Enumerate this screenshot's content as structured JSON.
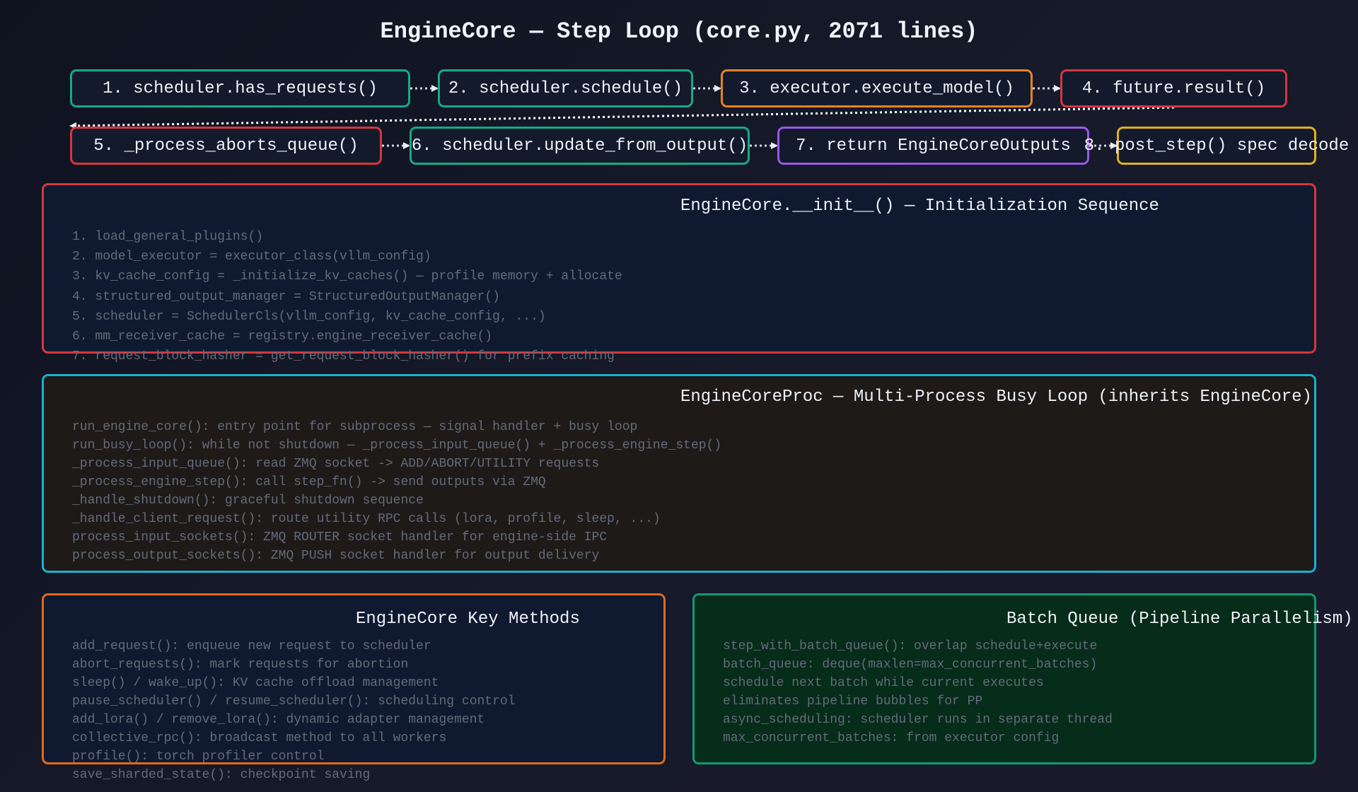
{
  "title": "EngineCore — Step Loop (core.py, 2071 lines)",
  "steps": [
    {
      "label": "1. scheduler.has_requests()",
      "color": "green"
    },
    {
      "label": "2. scheduler.schedule()",
      "color": "green"
    },
    {
      "label": "3. executor.execute_model()",
      "color": "orange"
    },
    {
      "label": "4. future.result()",
      "color": "red"
    },
    {
      "label": "5. _process_aborts_queue()",
      "color": "red"
    },
    {
      "label": "6. scheduler.update_from_output()",
      "color": "green"
    },
    {
      "label": "7. return EngineCoreOutputs",
      "color": "purple"
    },
    {
      "label": "8. post_step() spec decode",
      "color": "yellow"
    }
  ],
  "panels": {
    "init": {
      "title": "EngineCore.__init__() — Initialization Sequence",
      "border": "#d6363c",
      "background": "#0f1a30",
      "lines": [
        "1. load_general_plugins()",
        "2. model_executor = executor_class(vllm_config)",
        "3. kv_cache_config = _initialize_kv_caches() — profile memory + allocate",
        "4. structured_output_manager = StructuredOutputManager()",
        "5. scheduler = SchedulerCls(vllm_config, kv_cache_config, ...)",
        "6. mm_receiver_cache = registry.engine_receiver_cache()",
        "7. request_block_hasher = get_request_block_hasher() for prefix caching"
      ]
    },
    "proc": {
      "title": "EngineCoreProc — Multi-Process Busy Loop (inherits EngineCore)",
      "border": "#1bb0cc",
      "background": "#1e1a18",
      "lines": [
        "run_engine_core(): entry point for subprocess — signal handler + busy loop",
        "run_busy_loop(): while not shutdown — _process_input_queue() + _process_engine_step()",
        "_process_input_queue(): read ZMQ socket -> ADD/ABORT/UTILITY requests",
        "_process_engine_step(): call step_fn() -> send outputs via ZMQ",
        "_handle_shutdown(): graceful shutdown sequence",
        "_handle_client_request(): route utility RPC calls (lora, profile, sleep, ...)",
        "process_input_sockets(): ZMQ ROUTER socket handler for engine-side IPC",
        "process_output_sockets(): ZMQ PUSH socket handler for output delivery"
      ]
    },
    "methods": {
      "title": "EngineCore Key Methods",
      "border": "#e06a1e",
      "background": "#0f1a30",
      "lines": [
        "add_request(): enqueue new request to scheduler",
        "abort_requests(): mark requests for abortion",
        "sleep() / wake_up(): KV cache offload management",
        "pause_scheduler() / resume_scheduler(): scheduling control",
        "add_lora() / remove_lora(): dynamic adapter management",
        "collective_rpc(): broadcast method to all workers",
        "profile(): torch profiler control",
        "save_sharded_state(): checkpoint saving"
      ]
    },
    "batch": {
      "title": "Batch Queue (Pipeline Parallelism)",
      "border": "#129a74",
      "background": "#062c1a",
      "lines": [
        "step_with_batch_queue(): overlap schedule+execute",
        "batch_queue: deque(maxlen=max_concurrent_batches)",
        "schedule next batch while current executes",
        "eliminates pipeline bubbles for PP",
        "async_scheduling: scheduler runs in separate thread",
        "max_concurrent_batches: from executor config"
      ]
    }
  }
}
